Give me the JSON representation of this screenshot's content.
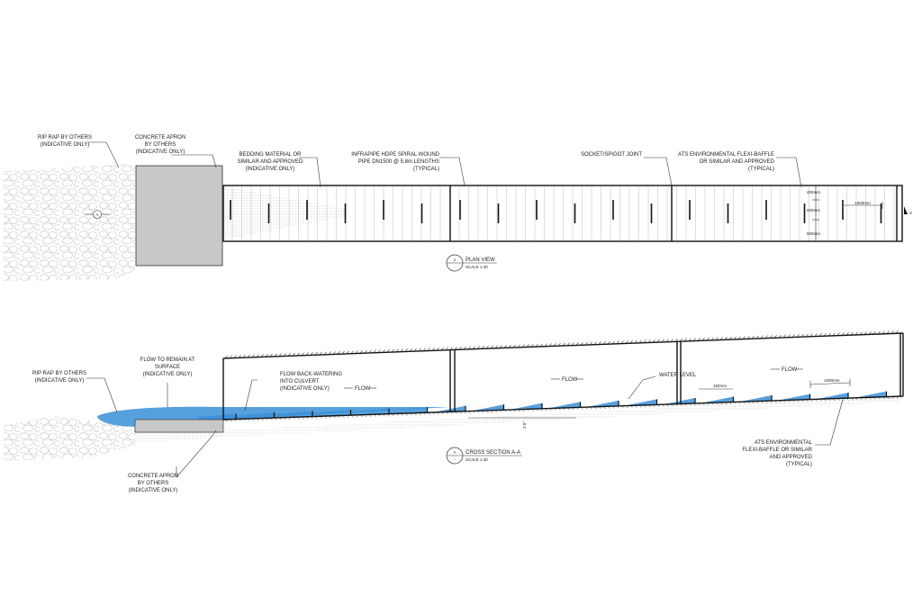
{
  "plan": {
    "labels": {
      "riprap": [
        "RIP RAP BY OTHERS",
        "(INDICATIVE ONLY)"
      ],
      "apron": [
        "CONCRETE APRON",
        "BY OTHERS",
        "(INDICATIVE ONLY)"
      ],
      "bedding": [
        "BEDDING MATERIAL OR",
        "SIMILAR AND APPROVED",
        "(INDICATIVE ONLY)"
      ],
      "pipe": [
        "INFRAPIPE HDPE SPIRAL WOUND",
        "PIPE DN1500 @ 5.8m LENGTHS",
        "(TYPICAL)"
      ],
      "joint": [
        "SOCKET/SPIGOT JOINT"
      ],
      "baffle": [
        "ATS ENVIRONMENTAL FLEXI-BAFFLE",
        "OR SIMILAR AND APPROVED",
        "(TYPICAL)"
      ]
    },
    "dims": {
      "d400": "400mm",
      "d600": "600mm",
      "d500": "500mm",
      "d1000": "1000mm"
    },
    "section_marker": "A",
    "title": {
      "number": "1",
      "sub": "-",
      "name": "PLAN VIEW",
      "scale": "SCALE 1:30"
    }
  },
  "section": {
    "labels": {
      "riprap": [
        "RIP RAP BY OTHERS",
        "(INDICATIVE ONLY)"
      ],
      "surface": [
        "FLOW TO REMAIN AT",
        "SURFACE",
        "(INDICATIVE ONLY)"
      ],
      "backwater": [
        "FLOW BACK-WATERING",
        "INTO CULVERT",
        "(INDICATIVE ONLY)"
      ],
      "water_level": "WATER LEVEL",
      "flow": "FLOW",
      "apron": [
        "CONCRETE APRON",
        "BY OTHERS",
        "(INDICATIVE ONLY)"
      ],
      "baffle": [
        "ATS ENVIRONMENTAL",
        "FLEXI-BAFFLE OR SIMILAR",
        "AND APPROVED",
        "(TYPICAL)"
      ]
    },
    "dims": {
      "d150": "150mm",
      "d1000": "1000mm",
      "slope": "2.0°"
    },
    "title": {
      "number": "A",
      "sub": "-",
      "name": "CROSS SECTION A-A",
      "scale": "SCALE 1:30"
    }
  },
  "colors": {
    "water": "#3a8fd8",
    "apron": "#c8c8c8",
    "line": "#222222"
  }
}
